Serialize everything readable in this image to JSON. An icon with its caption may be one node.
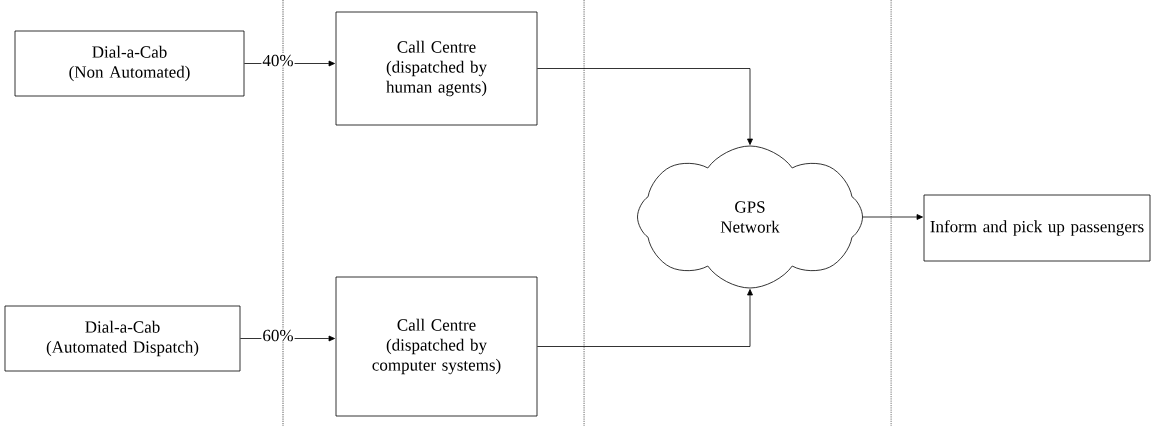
{
  "diagram": {
    "nodes": [
      {
        "text": [
          "Dial-a-Cab",
          "(Non Automated)"
        ]
      },
      {
        "text": [
          "Call Centre",
          "(dispatched by human agents)"
        ]
      },
      {
        "text": [
          "Dial-a-Cab",
          "(Automated Dispatch)"
        ]
      },
      {
        "text": [
          "Call Centre",
          "(dispatched by computer systems)"
        ]
      },
      {
        "text": [
          "GPS Network"
        ]
      },
      {
        "text": [
          "Inform and pick up passengers"
        ]
      }
    ],
    "edges": [
      {
        "from": 0,
        "to": 1,
        "arrow": "to",
        "label": "40%"
      },
      {
        "from": 2,
        "to": 3,
        "arrow": "to",
        "label": "60%"
      },
      {
        "from": 1,
        "to": 4,
        "arrow": "to"
      },
      {
        "from": 3,
        "to": 4,
        "arrow": "to"
      },
      {
        "from": 4,
        "to": 5,
        "arrow": "to"
      }
    ]
  }
}
